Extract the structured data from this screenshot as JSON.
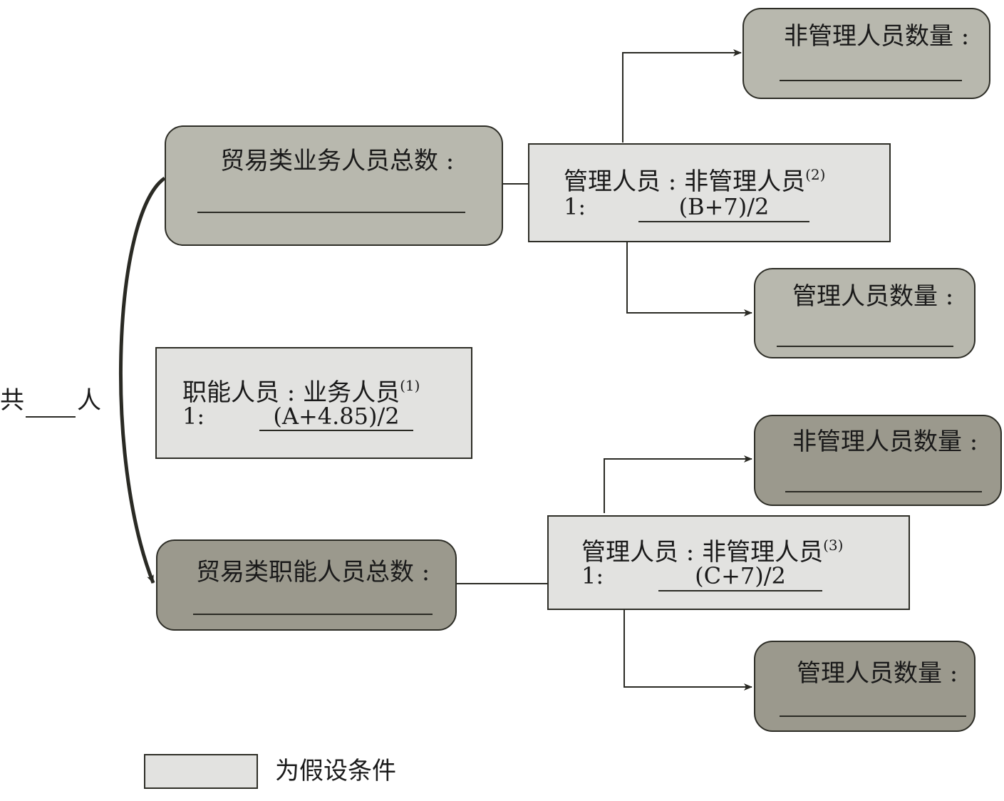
{
  "total": {
    "prefix": "共",
    "suffix": "人"
  },
  "business_total": {
    "label": "贸易类业务人员总数 :"
  },
  "functional_total": {
    "label": "贸易类职能人员总数 :"
  },
  "ratio_1": {
    "text": "职能人员 : 业务人员",
    "note": "(1)",
    "left": "1:",
    "formula": "(A+4.85)/2"
  },
  "ratio_2": {
    "text": "管理人员 : 非管理人员",
    "note": "(2)",
    "left": "1:",
    "formula": "(B+7)/2"
  },
  "ratio_3": {
    "text": "管理人员 : 非管理人员",
    "note": "(3)",
    "left": "1:",
    "formula": "(C+7)/2"
  },
  "business_nonmgmt": {
    "label": "非管理人员数量 :"
  },
  "business_mgmt": {
    "label": "管理人员数量 :"
  },
  "functional_nonmgmt": {
    "label": "非管理人员数量 :"
  },
  "functional_mgmt": {
    "label": "管理人员数量 :"
  },
  "legend": {
    "text": "为假设条件"
  },
  "colors": {
    "mid_box": "#b8b8ae",
    "dark_box": "#9b998d",
    "light_box": "#e2e2e0",
    "line": "#2a2a24"
  }
}
